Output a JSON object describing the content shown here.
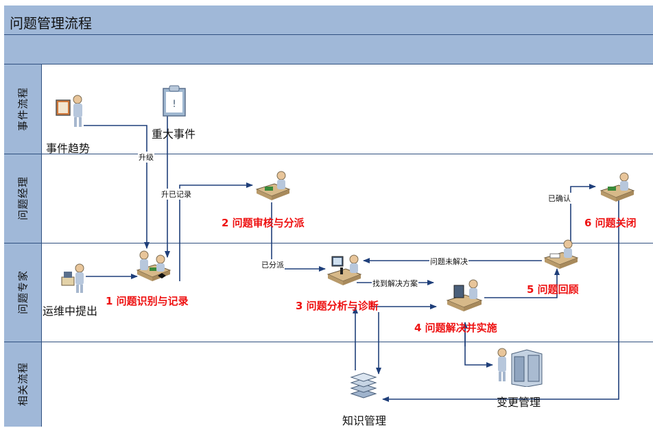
{
  "title": "问题管理流程",
  "lanes": [
    {
      "label": "事件流程"
    },
    {
      "label": "问题经理"
    },
    {
      "label": "问题专家"
    },
    {
      "label": "相关流程"
    }
  ],
  "nodes": {
    "event_trend": "事件趋势",
    "major_incident": "重大事件",
    "ops_proposal": "运维中提出",
    "change_mgmt": "变更管理",
    "knowledge_mgmt": "知识管理"
  },
  "steps": {
    "s1": "1 问题识别与记录",
    "s2": "2 问题审核与分派",
    "s3": "3 问题分析与诊断",
    "s4": "4 问题解决并实施",
    "s5": "5 问题回顾",
    "s6": "6 问题关闭"
  },
  "edge_labels": {
    "upgrade": "升级",
    "upgrade_recorded": "升已记录",
    "assigned": "已分派",
    "found_solution": "找到解决方案",
    "unresolved": "问题未解决",
    "confirmed": "已确认"
  },
  "colors": {
    "lane_fill": "#a0b8d8",
    "border": "#2f4f7f",
    "arrow": "#1f3f7a",
    "step_text": "#ee1111"
  },
  "icons": [
    "presenter-icon",
    "clipboard-icon",
    "worker-desk-icon",
    "microscope-icon",
    "computer-worker-icon",
    "server-rack-icon",
    "document-stack-icon"
  ]
}
